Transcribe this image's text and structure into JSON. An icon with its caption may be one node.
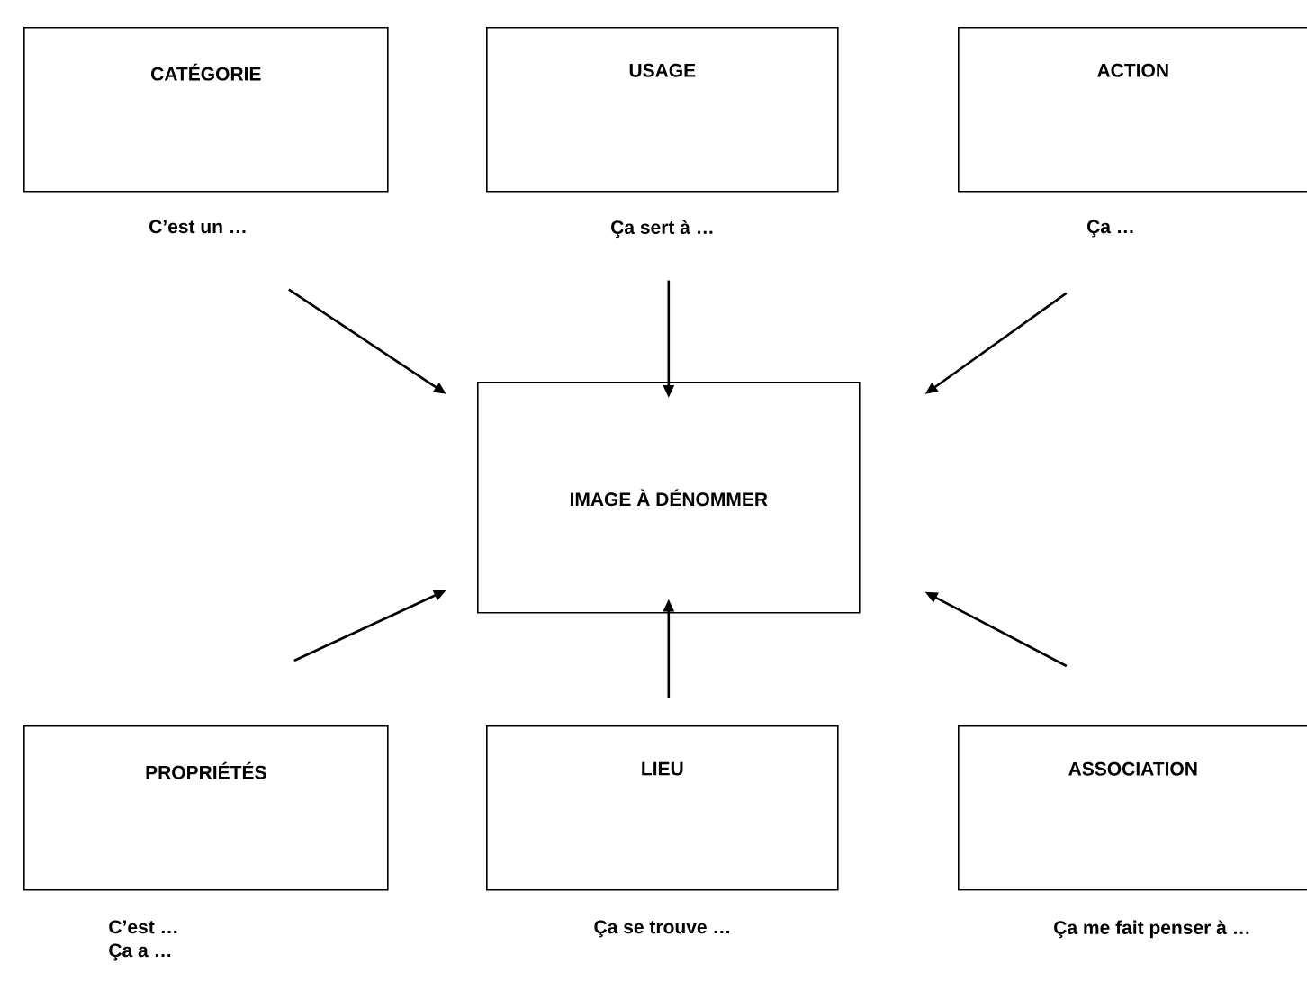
{
  "diagram": {
    "nodes": [
      {
        "text": [
          "CATÉGORIE"
        ],
        "beside": [
          "C’est un …"
        ]
      },
      {
        "text": [
          "USAGE"
        ],
        "beside": [
          "Ça sert à …"
        ]
      },
      {
        "text": [
          "ACTION"
        ],
        "beside": [
          "Ça …"
        ]
      },
      {
        "text": [
          "IMAGE À DÉNOMMER"
        ]
      },
      {
        "text": [
          "PROPRIÉTÉS"
        ],
        "beside": [
          "C’est …",
          "Ça a …"
        ]
      },
      {
        "text": [
          "LIEU"
        ],
        "beside": [
          "Ça se trouve …"
        ]
      },
      {
        "text": [
          "ASSOCIATION"
        ],
        "beside": [
          "Ça me fait penser à …"
        ]
      }
    ],
    "edges": [
      {
        "from": 0,
        "to": 3,
        "arrow": "to"
      },
      {
        "from": 1,
        "to": 3,
        "arrow": "to"
      },
      {
        "from": 2,
        "to": 3,
        "arrow": "to"
      },
      {
        "from": 4,
        "to": 3,
        "arrow": "to"
      },
      {
        "from": 5,
        "to": 3,
        "arrow": "to"
      },
      {
        "from": 6,
        "to": 3,
        "arrow": "to"
      }
    ]
  }
}
